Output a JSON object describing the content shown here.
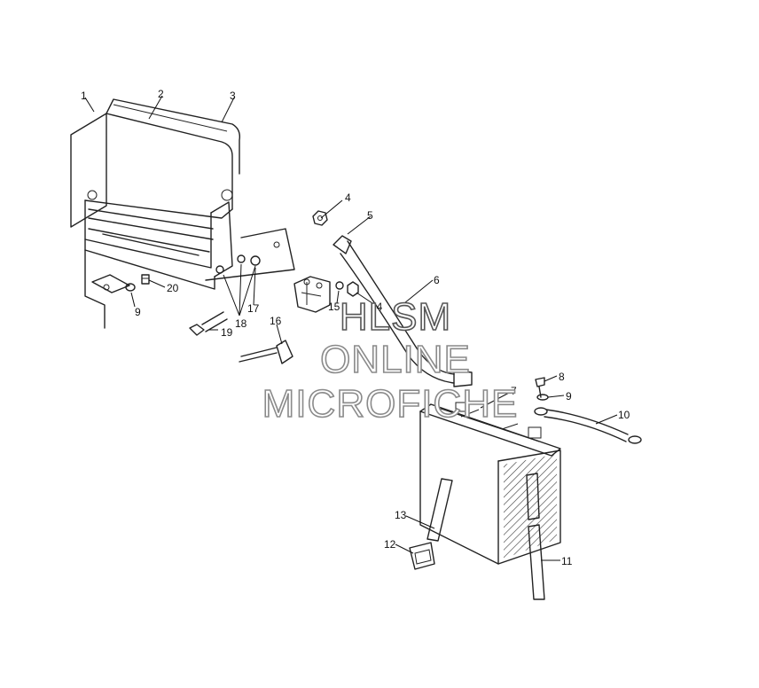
{
  "watermark": {
    "line1": "HLSM",
    "line2": "ONLINE",
    "line3": "MICROFICHE"
  },
  "callouts": [
    {
      "id": "c1",
      "label": "1"
    },
    {
      "id": "c2",
      "label": "2"
    },
    {
      "id": "c3",
      "label": "3"
    },
    {
      "id": "c4",
      "label": "4"
    },
    {
      "id": "c5",
      "label": "5"
    },
    {
      "id": "c6",
      "label": "6"
    },
    {
      "id": "c7",
      "label": "7"
    },
    {
      "id": "c8",
      "label": "8"
    },
    {
      "id": "c9a",
      "label": "9"
    },
    {
      "id": "c9b",
      "label": "9"
    },
    {
      "id": "c10",
      "label": "10"
    },
    {
      "id": "c11",
      "label": "11"
    },
    {
      "id": "c12",
      "label": "12"
    },
    {
      "id": "c13",
      "label": "13"
    },
    {
      "id": "c14",
      "label": "14"
    },
    {
      "id": "c15",
      "label": "15"
    },
    {
      "id": "c16",
      "label": "16"
    },
    {
      "id": "c17",
      "label": "17"
    },
    {
      "id": "c18",
      "label": "18"
    },
    {
      "id": "c19",
      "label": "19"
    },
    {
      "id": "c20",
      "label": "20"
    }
  ]
}
